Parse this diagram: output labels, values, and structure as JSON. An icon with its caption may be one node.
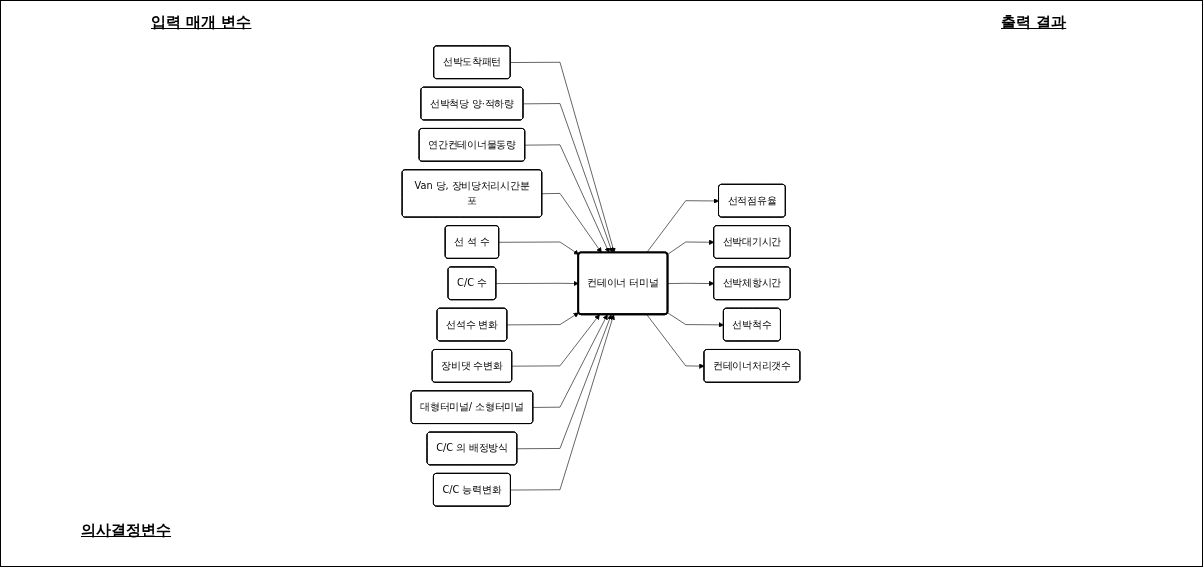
{
  "diagram": {
    "nodes": [
      {
        "text": [
          "선박도착패턴"
        ]
      },
      {
        "text": [
          "선박척당 양·적하량"
        ]
      },
      {
        "text": [
          "연간컨테이너물동량"
        ]
      },
      {
        "text": [
          "Van 당, 장비당처리시간분포"
        ]
      },
      {
        "text": [
          "선 석 수"
        ]
      },
      {
        "text": [
          "C/C 수"
        ]
      },
      {
        "text": [
          "컨테이너 터미널"
        ]
      },
      {
        "text": [
          "선적점유율"
        ]
      },
      {
        "text": [
          "선박대기시간"
        ]
      },
      {
        "text": [
          "선박체항시간"
        ]
      },
      {
        "text": [
          "선박척수"
        ]
      },
      {
        "text": [
          "컨테이너처리갯수"
        ]
      },
      {
        "text": [
          "선석수 변화"
        ]
      },
      {
        "text": [
          "장비댓 수변화"
        ]
      },
      {
        "text": [
          "대형터미널/ 소형터미널"
        ]
      },
      {
        "text": [
          "C/C 의 배정방식"
        ]
      },
      {
        "text": [
          "C/C 능력변화"
        ]
      }
    ],
    "edges": [
      {
        "from": 0,
        "to": 6,
        "arrow": "to"
      },
      {
        "from": 1,
        "to": 6,
        "arrow": "to"
      },
      {
        "from": 2,
        "to": 6,
        "arrow": "to"
      },
      {
        "from": 3,
        "to": 6,
        "arrow": "to"
      },
      {
        "from": 4,
        "to": 6,
        "arrow": "to"
      },
      {
        "from": 5,
        "to": 6,
        "arrow": "to"
      },
      {
        "from": 6,
        "to": 7,
        "arrow": "to"
      },
      {
        "from": 6,
        "to": 8,
        "arrow": "to"
      },
      {
        "from": 6,
        "to": 9,
        "arrow": "to"
      },
      {
        "from": 6,
        "to": 10,
        "arrow": "to"
      },
      {
        "from": 6,
        "to": 11,
        "arrow": "to"
      },
      {
        "from": 12,
        "to": 6,
        "arrow": "to"
      },
      {
        "from": 13,
        "to": 6,
        "arrow": "to"
      },
      {
        "from": 14,
        "to": 6,
        "arrow": "to"
      },
      {
        "from": 15,
        "to": 6,
        "arrow": "to"
      },
      {
        "from": 16,
        "to": 6,
        "arrow": "to"
      }
    ],
    "labels": [
      "입력 매개 변수",
      "출력 결과",
      "의사결정변수"
    ]
  }
}
